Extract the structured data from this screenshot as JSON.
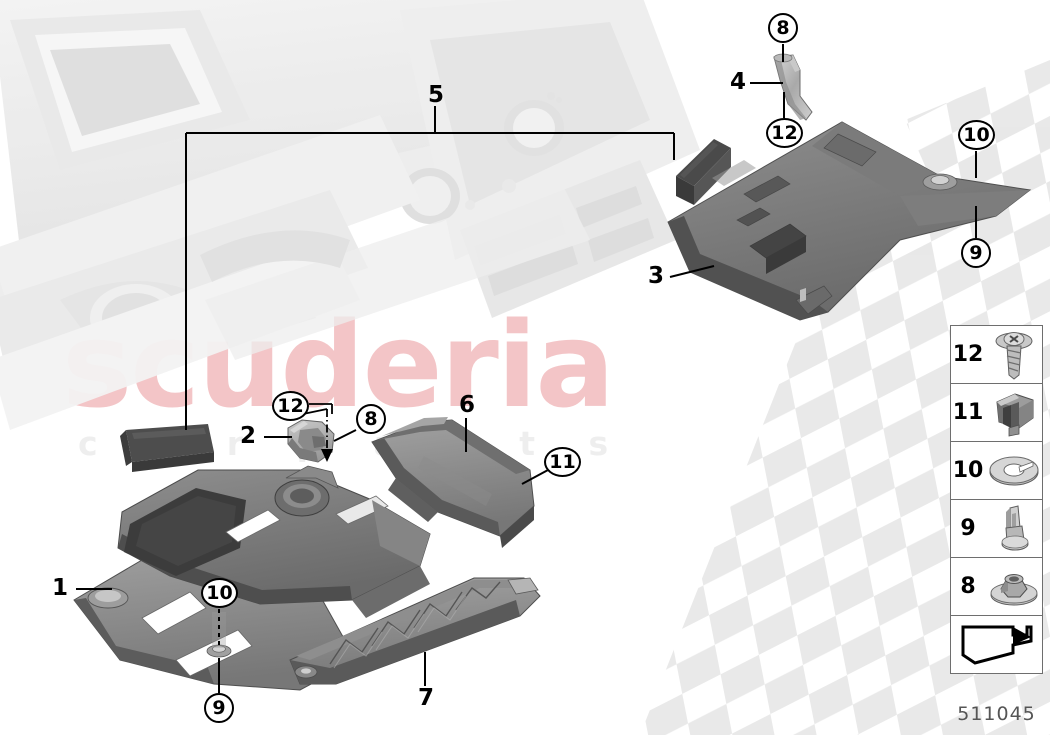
{
  "diagram": {
    "part_number": "511045",
    "watermark_brand": "scuderia",
    "watermark_sub": "c a r p a r t s"
  },
  "callouts": [
    {
      "id": "label-1",
      "text": "1",
      "style": "plain"
    },
    {
      "id": "label-2",
      "text": "2",
      "style": "plain"
    },
    {
      "id": "label-3",
      "text": "3",
      "style": "plain"
    },
    {
      "id": "label-4",
      "text": "4",
      "style": "plain"
    },
    {
      "id": "label-5",
      "text": "5",
      "style": "plain"
    },
    {
      "id": "label-6",
      "text": "6",
      "style": "plain"
    },
    {
      "id": "label-7",
      "text": "7",
      "style": "plain"
    },
    {
      "id": "circle-8-top",
      "text": "8",
      "style": "circle"
    },
    {
      "id": "circle-12-top",
      "text": "12",
      "style": "circle"
    },
    {
      "id": "circle-10-right",
      "text": "10",
      "style": "circle"
    },
    {
      "id": "circle-9-right",
      "text": "9",
      "style": "circle"
    },
    {
      "id": "circle-12-mid",
      "text": "12",
      "style": "circle"
    },
    {
      "id": "circle-8-mid",
      "text": "8",
      "style": "circle"
    },
    {
      "id": "circle-11-mid",
      "text": "11",
      "style": "circle"
    },
    {
      "id": "circle-10-bottom",
      "text": "10",
      "style": "circle"
    },
    {
      "id": "circle-9-bottom",
      "text": "9",
      "style": "circle"
    }
  ],
  "legend": {
    "rows": [
      {
        "num": "12",
        "icon": "flange-head-self-tapping-screw"
      },
      {
        "num": "11",
        "icon": "spring-clip-nut"
      },
      {
        "num": "10",
        "icon": "c-washer"
      },
      {
        "num": "9",
        "icon": "expanding-rivet-pin"
      },
      {
        "num": "8",
        "icon": "flange-hex-nut"
      }
    ],
    "arrow_icon": "bent-block-arrow"
  }
}
